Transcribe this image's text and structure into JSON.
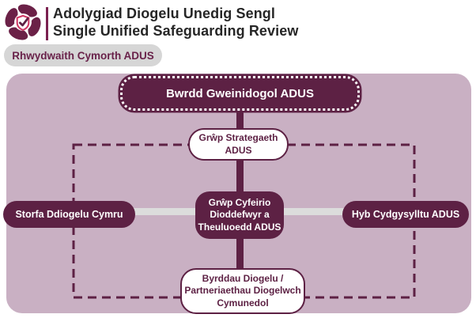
{
  "header": {
    "logo": "rose-shield-check-logo",
    "title_welsh": "Adolygiad Diogelu Unedig Sengl",
    "title_english": "Single Unified Safeguarding Review"
  },
  "network_tab": {
    "label": "Rhwydwaith Cymorth ADUS"
  },
  "diagram": {
    "ministerial_board": {
      "label": "Bwrdd Gweinidogol ADUS"
    },
    "strategy_group": {
      "lines": [
        "Grŵp Strategaeth",
        "ADUS"
      ]
    },
    "victims_referral_group": {
      "lines": [
        "Grŵp Cyfeirio",
        "Dioddefwyr a",
        "Theuluoedd ADUS"
      ]
    },
    "wales_repository": {
      "label": "Storfa Ddiogelu Cymru"
    },
    "coordination_hub": {
      "label": "Hyb Cydgysylltu ADUS"
    },
    "safeguarding_boards": {
      "lines": [
        "Byrddau Diogelu /",
        "Partneriaethau Diogelwch",
        "Cymunedol"
      ]
    },
    "connections": [
      {
        "from": "Bwrdd Gweinidogol ADUS",
        "to": "Byrddau Diogelu / Partneriaethau Diogelwch Cymunedol",
        "style": "solid-maroon-vertical",
        "via": [
          "Grŵp Strategaeth ADUS",
          "Grŵp Cyfeirio Dioddefwyr a Theuluoedd ADUS"
        ]
      },
      {
        "from": "Storfa Ddiogelu Cymru",
        "to": "Hyb Cydgysylltu ADUS",
        "style": "solid-grey-horizontal",
        "via": [
          "Grŵp Cyfeirio Dioddefwyr a Theuluoedd ADUS"
        ]
      },
      {
        "loop": [
          "Grŵp Strategaeth ADUS",
          "Hyb Cydgysylltu ADUS",
          "Byrddau Diogelu / Partneriaethau Diogelwch Cymunedol",
          "Storfa Ddiogelu Cymru"
        ],
        "style": "dashed-maroon-rectangle"
      }
    ]
  },
  "colors": {
    "maroon": "#5d2144",
    "panel_bg": "#c9b0c3",
    "grey_line": "#dcdcdc",
    "tab_bg": "#d6d6d6",
    "tab_text": "#69224a",
    "title_text": "#262626",
    "shield_pink": "#cf3a66",
    "white": "#ffffff"
  }
}
